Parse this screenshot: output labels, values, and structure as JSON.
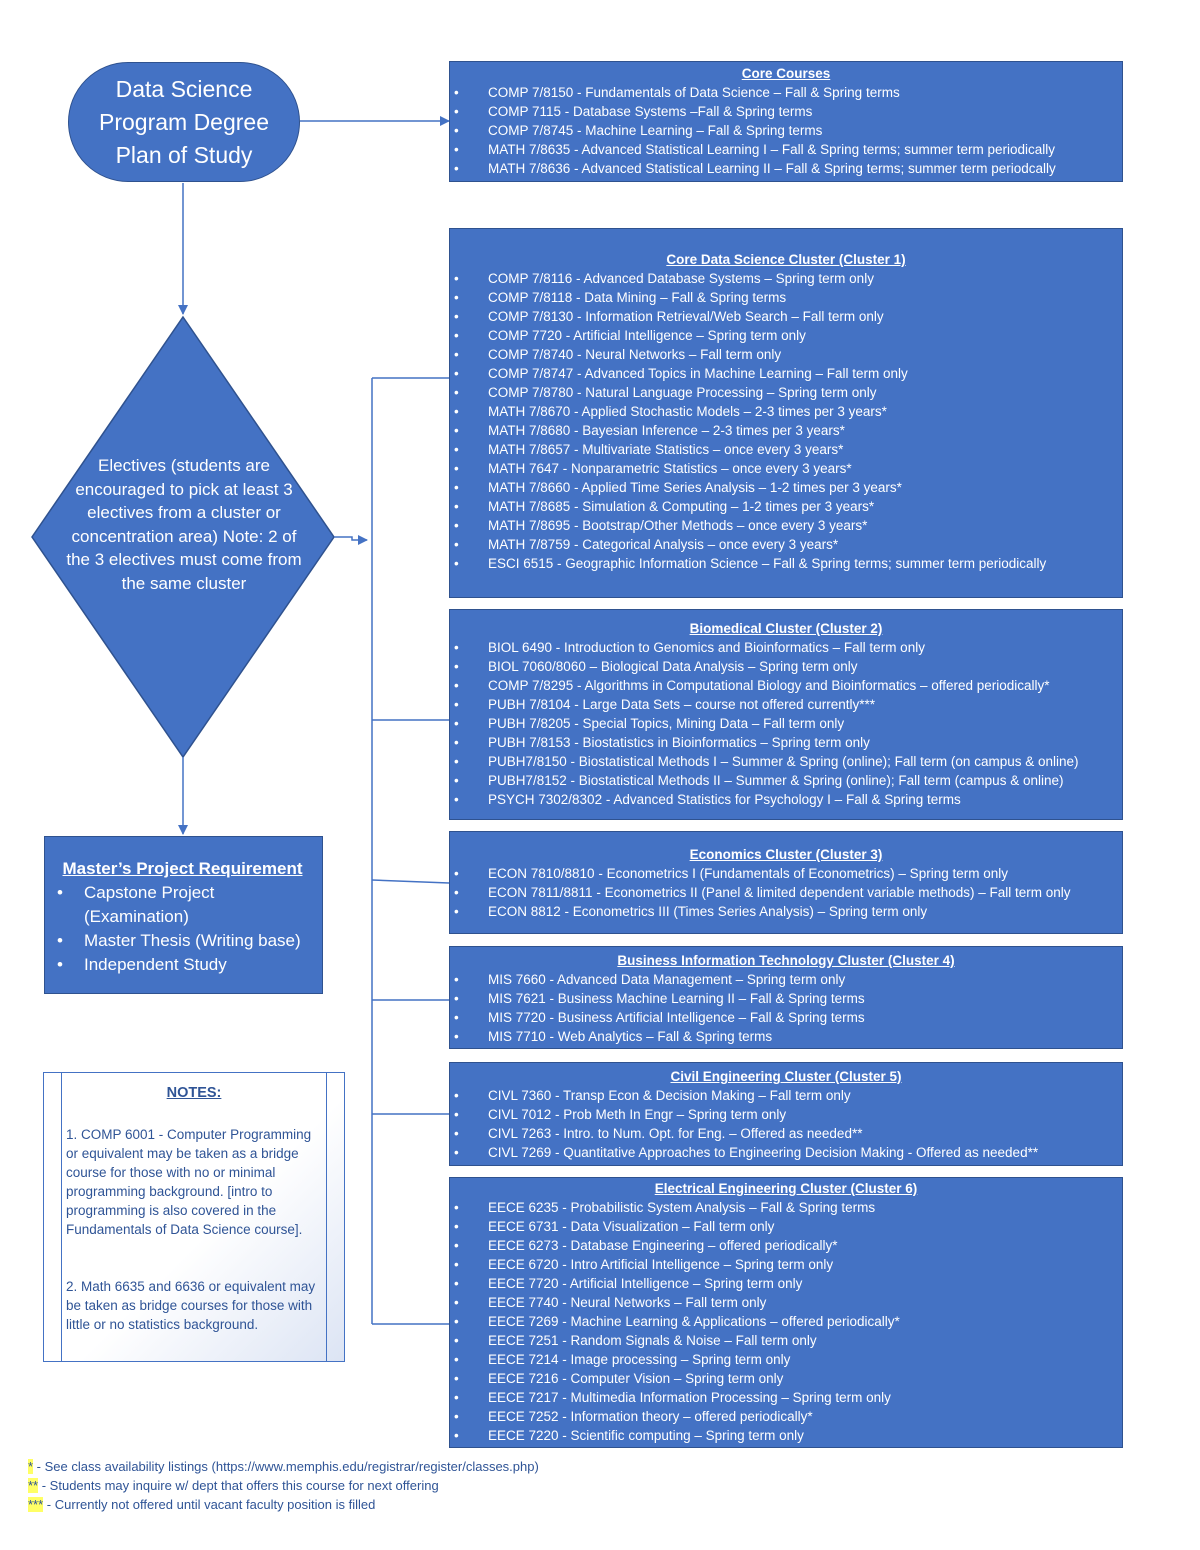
{
  "start_node": {
    "label": "Data Science Program Degree Plan of Study"
  },
  "decision_node": {
    "label": "Electives (students are encouraged to pick at least 3 electives from a cluster or concentration area) Note: 2 of the 3 electives must come from the same cluster"
  },
  "masters": {
    "title": "Master’s Project Requirement",
    "items": [
      "Capstone Project (Examination)",
      "Master Thesis (Writing base)",
      "Independent Study"
    ]
  },
  "notes": {
    "title": "NOTES:",
    "note1": "1. COMP 6001 - Computer Programming or equivalent may be taken as a bridge course for those with no or minimal programming background. [intro to programming is also covered in the Fundamentals of Data Science course].",
    "note2": "2. Math 6635 and 6636 or equivalent may be taken as bridge courses for those with little or no statistics background."
  },
  "core": {
    "title": "Core Courses",
    "items": [
      "COMP 7/8150 - Fundamentals of Data Science – Fall & Spring terms",
      "COMP 7115 - Database Systems –Fall & Spring terms",
      "COMP 7/8745 - Machine Learning – Fall & Spring terms",
      "MATH 7/8635 - Advanced Statistical Learning I  – Fall & Spring terms; summer term periodically",
      "MATH 7/8636 - Advanced Statistical Learning II – Fall & Spring terms; summer term periodcally"
    ]
  },
  "cluster1": {
    "title": "Core Data Science Cluster (Cluster 1)",
    "items": [
      "COMP 7/8116 - Advanced Database Systems – Spring term only",
      "COMP 7/8118 - Data Mining – Fall & Spring terms",
      "COMP 7/8130 - Information Retrieval/Web Search – Fall term only",
      "COMP 7720 - Artificial Intelligence – Spring term only",
      "COMP 7/8740 - Neural Networks – Fall term only",
      "COMP 7/8747 - Advanced Topics in Machine Learning – Fall term only",
      "COMP 7/8780 - Natural Language Processing – Spring term only",
      "MATH 7/8670 - Applied Stochastic Models – 2-3 times per 3 years*",
      "MATH 7/8680 - Bayesian Inference – 2-3 times per 3  years*",
      "MATH 7/8657 - Multivariate Statistics – once every 3 years*",
      "MATH 7647 - Nonparametric Statistics – once every 3  years*",
      "MATH 7/8660 - Applied Time Series Analysis – 1-2 times per 3 years*",
      "MATH 7/8685 - Simulation & Computing – 1-2 times per 3 years*",
      "MATH 7/8695 - Bootstrap/Other Methods – once every 3 years*",
      "MATH 7/8759 - Categorical Analysis – once every 3 years*",
      "ESCI 6515 - Geographic Information Science – Fall & Spring terms; summer term periodically"
    ]
  },
  "cluster2": {
    "title": "Biomedical Cluster (Cluster 2)",
    "items": [
      "BIOL 6490 - Introduction to Genomics and Bioinformatics – Fall term only",
      "BIOL 7060/8060 – Biological Data Analysis – Spring term only",
      "COMP 7/8295 - Algorithms in Computational Biology and Bioinformatics – offered periodically*",
      "PUBH 7/8104 - Large Data Sets – course not offered currently***",
      "PUBH 7/8205 - Special Topics, Mining Data – Fall term only",
      "PUBH 7/8153 - Biostatistics in Bioinformatics – Spring term only",
      "PUBH7/8150 - Biostatistical Methods I – Summer & Spring (online); Fall term (on campus & online)",
      "PUBH7/8152 - Biostatistical Methods II  – Summer & Spring (online); Fall term (campus & online)",
      "PSYCH 7302/8302 - Advanced Statistics for Psychology I – Fall & Spring terms"
    ]
  },
  "cluster3": {
    "title": "Economics Cluster (Cluster 3)",
    "items": [
      "ECON 7810/8810 - Econometrics I (Fundamentals of Econometrics) – Spring term only",
      "ECON 7811/8811 - Econometrics II (Panel & limited dependent variable methods) – Fall term only",
      "ECON 8812 - Econometrics III (Times Series Analysis) – Spring term only"
    ]
  },
  "cluster4": {
    "title": "Business Information Technology Cluster (Cluster 4)",
    "items": [
      "MIS 7660 - Advanced Data Management – Spring term only",
      "MIS 7621 - Business Machine Learning II – Fall & Spring terms",
      "MIS 7720 - Business Artificial Intelligence – Fall & Spring terms",
      "MIS 7710 - Web Analytics – Fall & Spring terms"
    ]
  },
  "cluster5": {
    "title": "Civil Engineering Cluster (Cluster 5)",
    "items": [
      "CIVL 7360 - Transp Econ & Decision Making – Fall term only",
      "CIVL 7012 - Prob Meth In Engr – Spring term only",
      "CIVL 7263 - Intro. to Num. Opt. for Eng. – Offered as needed**",
      "CIVL 7269 - Quantitative Approaches to Engineering Decision Making  - Offered as needed**"
    ]
  },
  "cluster6": {
    "title": "Electrical Engineering Cluster (Cluster 6)",
    "items": [
      "EECE 6235 - Probabilistic System Analysis – Fall & Spring terms",
      "EECE 6731 - Data Visualization – Fall term only",
      "EECE 6273 - Database Engineering – offered periodically*",
      "EECE 6720 - Intro Artificial Intelligence – Spring term only",
      "EECE 7720 - Artificial Intelligence – Spring term only",
      "EECE 7740 - Neural Networks – Fall term only",
      "EECE 7269 - Machine Learning & Applications – offered periodically*",
      "EECE 7251 - Random Signals & Noise – Fall term only",
      "EECE 7214 - Image processing – Spring term only",
      "EECE 7216 - Computer Vision – Spring term only",
      "EECE 7217 - Multimedia Information Processing – Spring term only",
      "EECE 7252 - Information theory – offered periodically*",
      "EECE 7220 - Scientific computing – Spring term only"
    ]
  },
  "footnotes": [
    {
      "mark": "*",
      "text": " - See class availability listings (https://www.memphis.edu/registrar/register/classes.php)"
    },
    {
      "mark": "**",
      "text": " - Students may  inquire w/ dept that offers this course for next offering"
    },
    {
      "mark": "***",
      "text": " - Currently not offered until vacant faculty position is filled"
    }
  ],
  "colors": {
    "box_fill": "#4472c4",
    "box_border": "#2f528f",
    "note_text": "#2f5496",
    "highlight": "#ffff66"
  }
}
